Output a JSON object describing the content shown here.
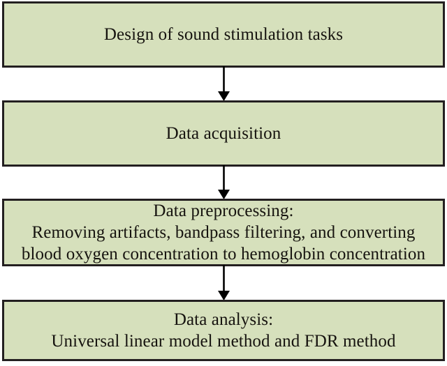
{
  "diagram": {
    "title": "Experimental workflow flowchart",
    "orientation": "vertical-top-to-bottom",
    "colors": {
      "node_fill": "#d6e0bc",
      "node_border": "#231f20",
      "text": "#16130f",
      "arrow": "#000000",
      "background": "#ffffff"
    },
    "nodes": [
      {
        "id": "design",
        "lines": [
          "Design of sound stimulation tasks"
        ]
      },
      {
        "id": "acquisition",
        "lines": [
          "Data acquisition"
        ]
      },
      {
        "id": "preprocessing",
        "lines": [
          "Data preprocessing:",
          "Removing artifacts, bandpass filtering, and converting",
          "blood oxygen concentration to hemoglobin concentration"
        ]
      },
      {
        "id": "analysis",
        "lines": [
          "Data analysis:",
          "Universal linear model method and FDR method"
        ]
      }
    ],
    "connectors": [
      {
        "id": "design-to-acquisition",
        "from": "design",
        "to": "acquisition",
        "style": "solid-arrow-down"
      },
      {
        "id": "acquisition-to-preprocessing",
        "from": "acquisition",
        "to": "preprocessing",
        "style": "solid-arrow-down"
      },
      {
        "id": "preprocessing-to-analysis",
        "from": "preprocessing",
        "to": "analysis",
        "style": "solid-arrow-down"
      }
    ]
  }
}
